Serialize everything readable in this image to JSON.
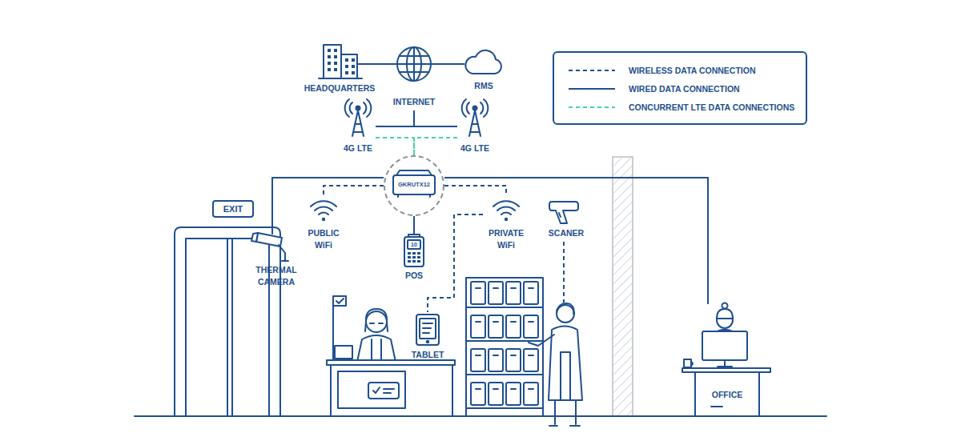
{
  "diagram": {
    "nodes": [
      {
        "text": [
          "HEADQUARTERS"
        ]
      },
      {
        "text": [
          "INTERNET"
        ]
      },
      {
        "text": [
          "RMS"
        ]
      },
      {
        "text": [
          "4G LTE"
        ]
      },
      {
        "text": [
          "4G LTE"
        ]
      },
      {
        "text": [
          "GKRUTX12"
        ]
      },
      {
        "text": [
          "EXIT"
        ]
      },
      {
        "text": [
          "PUBLIC WiFi"
        ]
      },
      {
        "text": [
          "PRIVATE WiFi"
        ]
      },
      {
        "text": [
          "SCANER"
        ]
      },
      {
        "text": [
          "THERMAL CAMERA"
        ]
      },
      {
        "text": [
          "POS"
        ]
      },
      {
        "text": [
          "TABLET"
        ]
      },
      {
        "text": [
          "OFFICE"
        ]
      }
    ],
    "edges": [
      {
        "from": 0,
        "to": 1,
        "arrow": "none"
      },
      {
        "from": 1,
        "to": 2,
        "arrow": "none"
      },
      {
        "from": 3,
        "to": 1,
        "arrow": "none"
      },
      {
        "from": 4,
        "to": 1,
        "arrow": "none"
      },
      {
        "from": 3,
        "to": 5,
        "arrow": "none"
      },
      {
        "from": 4,
        "to": 5,
        "arrow": "none"
      },
      {
        "from": 5,
        "to": 7,
        "arrow": "none"
      },
      {
        "from": 5,
        "to": 8,
        "arrow": "none"
      },
      {
        "from": 5,
        "to": 11,
        "arrow": "none"
      },
      {
        "from": 5,
        "to": 10,
        "arrow": "none"
      },
      {
        "from": 5,
        "to": 13,
        "arrow": "none"
      },
      {
        "from": 8,
        "to": 12,
        "arrow": "none"
      }
    ],
    "labels": [
      "10"
    ],
    "legend": [
      {
        "text": "WIRELESS DATA CONNECTION"
      },
      {
        "text": "WIRED DATA CONNECTION"
      },
      {
        "text": "CONCURRENT LTE DATA CONNECTIONS"
      }
    ]
  }
}
